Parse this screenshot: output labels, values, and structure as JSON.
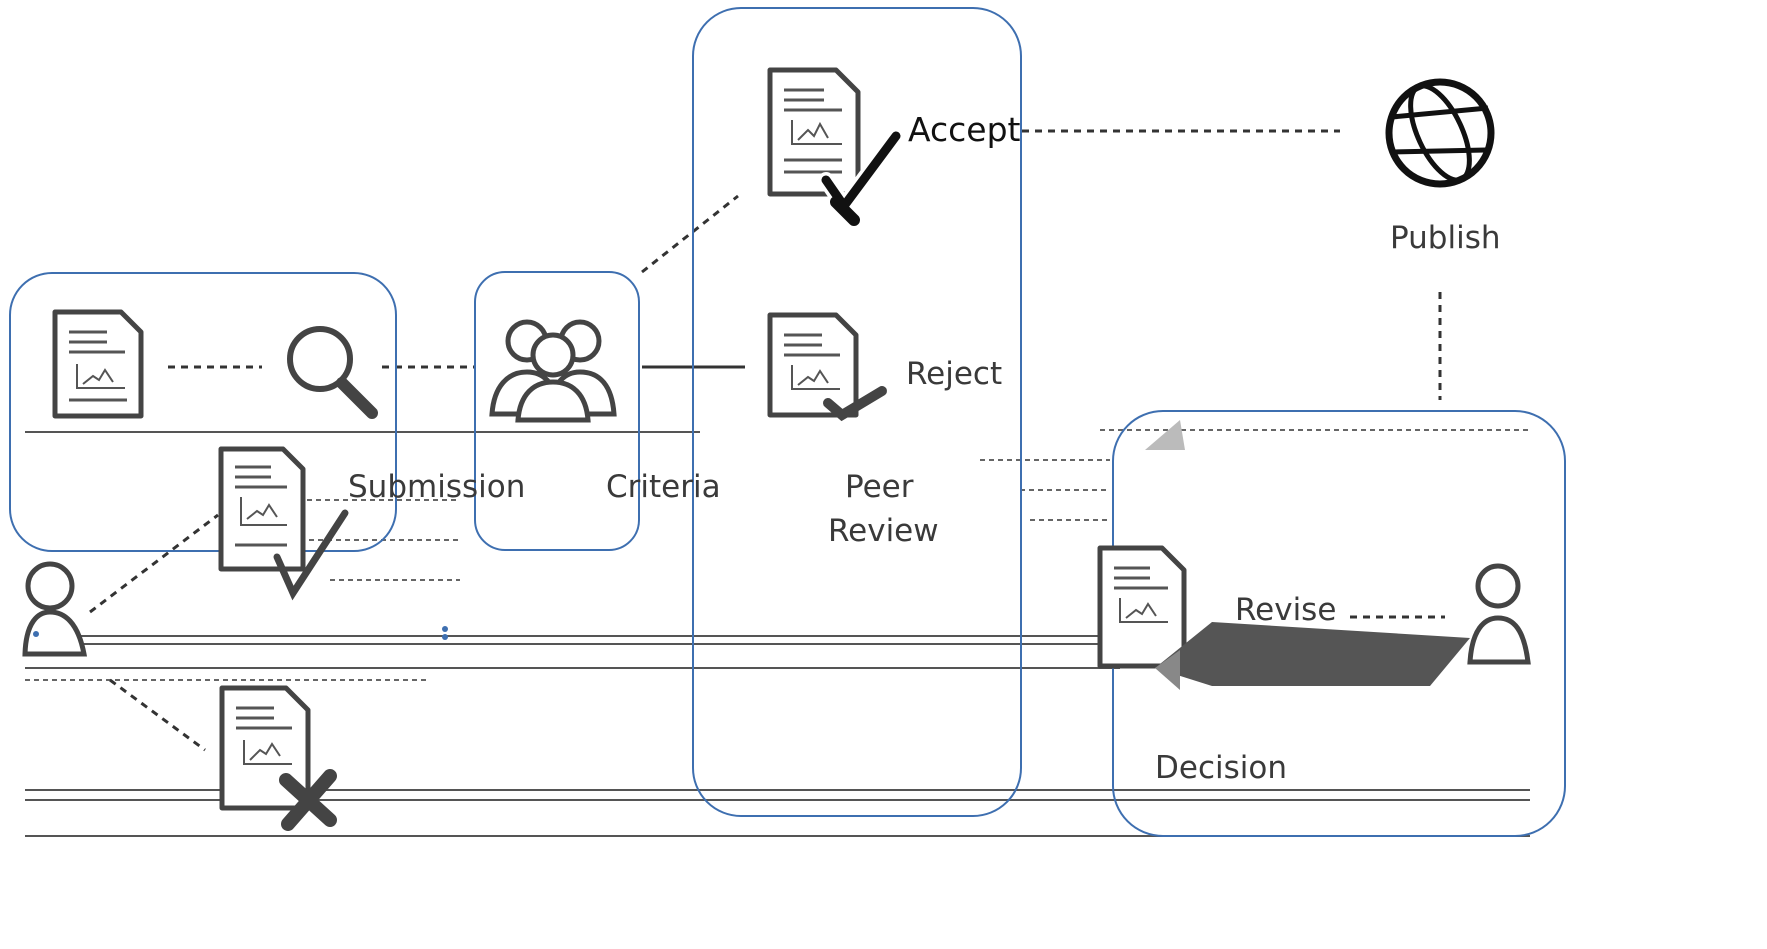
{
  "labels": {
    "submission": "Submission",
    "criteria": "Criteria",
    "peer_review_line1": "Peer",
    "peer_review_line2": "Review",
    "accept": "Accept",
    "reject": "Reject",
    "publish": "Publish",
    "revise": "Revise",
    "decision": "Decision"
  },
  "colors": {
    "group_border": "#3e6fb0",
    "icon": "#444444",
    "text": "#3a3a3a"
  },
  "icons": [
    "document-icon",
    "magnifier-icon",
    "people-group-icon",
    "document-check-icon",
    "document-reject-icon",
    "globe-icon",
    "author-icon",
    "document-x-icon"
  ]
}
